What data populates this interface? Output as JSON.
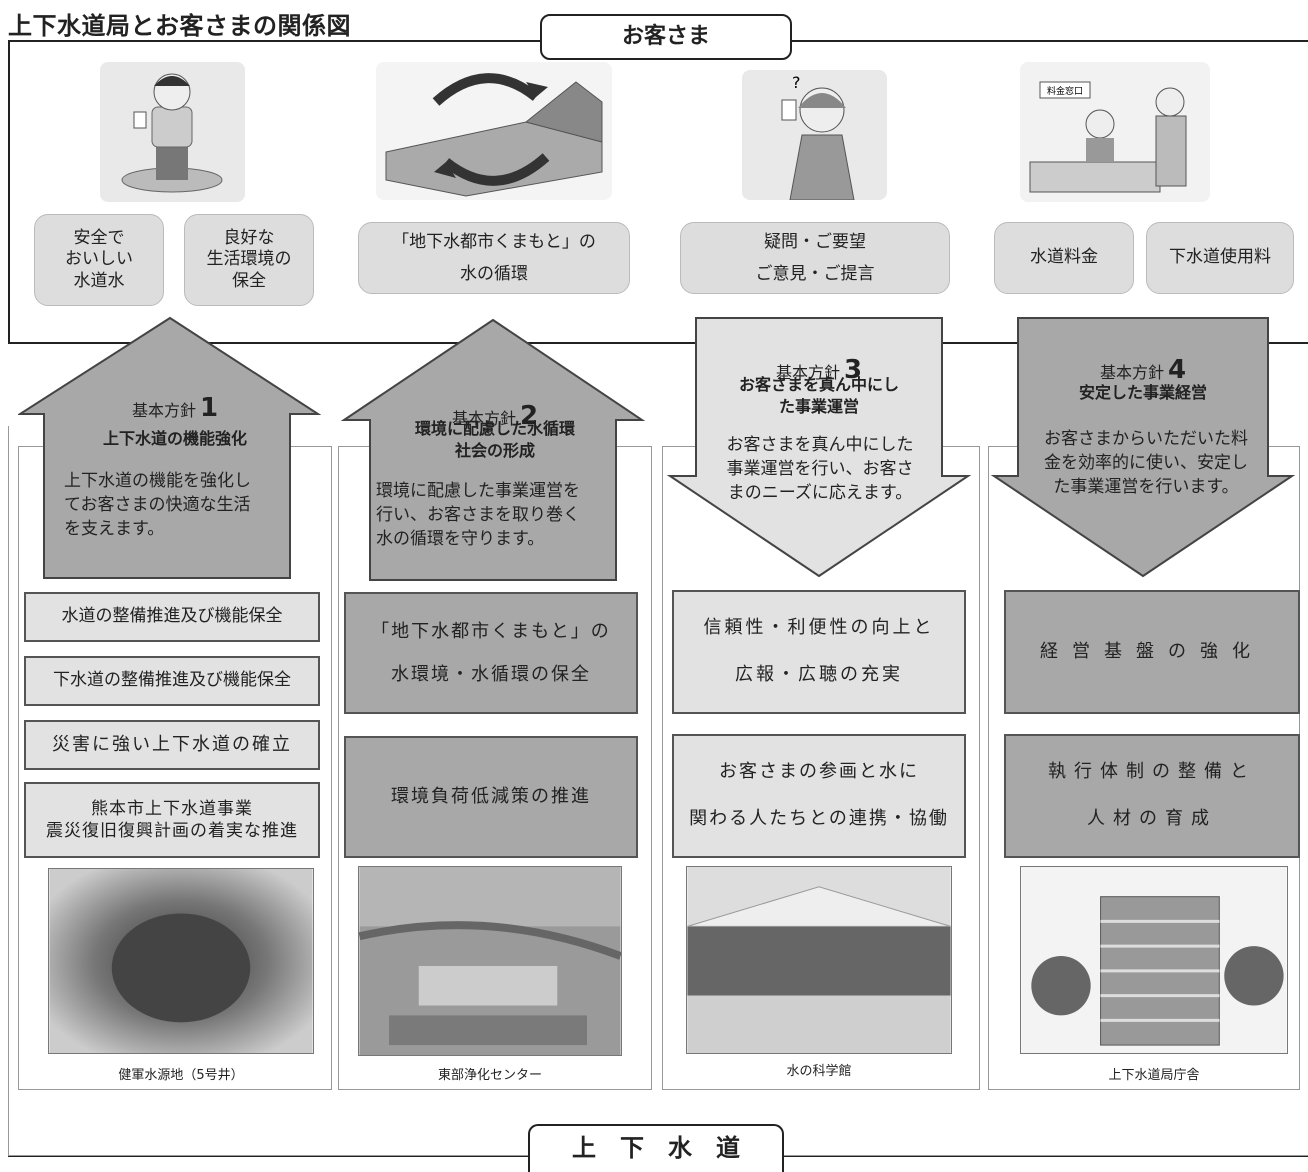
{
  "title": "上下水道局とお客さまの関係図",
  "customer_tab": "お客さま",
  "utility_tab": "上　下　水　道",
  "pills": [
    "安全で\nおいしい\n水道水",
    "良好な\n生活環境の\n保全",
    "「地下水都市くまもと」の\n水の循環",
    "疑問・ご要望\nご意見・ご提言",
    "水道料金",
    "下水道使用料"
  ],
  "policies": [
    {
      "label": "基本方針",
      "num": "1",
      "heading": "上下水道の機能強化",
      "desc": "上下水道の機能を強化し\nてお客さまの快適な生活\nを支えます。"
    },
    {
      "label": "基本方針",
      "num": "2",
      "heading": "環境に配慮した水循環\n社会の形成",
      "desc": "環境に配慮した事業運営を\n行い、お客さまを取り巻く\n水の循環を守ります。"
    },
    {
      "label": "基本方針",
      "num": "3",
      "heading": "お客さまを真ん中にし\nた事業運営",
      "desc": "お客さまを真ん中にした\n事業運営を行い、お客さ\nまのニーズに応えます。"
    },
    {
      "label": "基本方針",
      "num": "4",
      "heading": "安定した事業経営",
      "desc": "お客さまからいただいた料\n金を効率的に使い、安定し\nた事業運営を行います。"
    }
  ],
  "measures": {
    "col1": [
      "水道の整備推進及び機能保全",
      "下水道の整備推進及び機能保全",
      "災害に強い上下水道の確立",
      "熊本市上下水道事業\n震災復旧復興計画の着実な推進"
    ],
    "col2": [
      "「地下水都市くまもと」の\n水環境・水循環の保全",
      "環境負荷低減策の推進"
    ],
    "col3": [
      "信頼性・利便性の向上と\n広報・広聴の充実",
      "お客さまの参画と水に\n関わる人たちとの連携・協働"
    ],
    "col4": [
      "経営基盤の強化",
      "執行体制の整備と\n人材の育成"
    ]
  },
  "captions": [
    "健軍水源地（5号井）",
    "東部浄化センター",
    "水の科学館",
    "上下水道局庁舎"
  ],
  "illustrations": [
    "person-with-glass",
    "water-cycle-diagram",
    "woman-with-question",
    "customer-service-counter"
  ],
  "counter_sign": "料金窓口"
}
